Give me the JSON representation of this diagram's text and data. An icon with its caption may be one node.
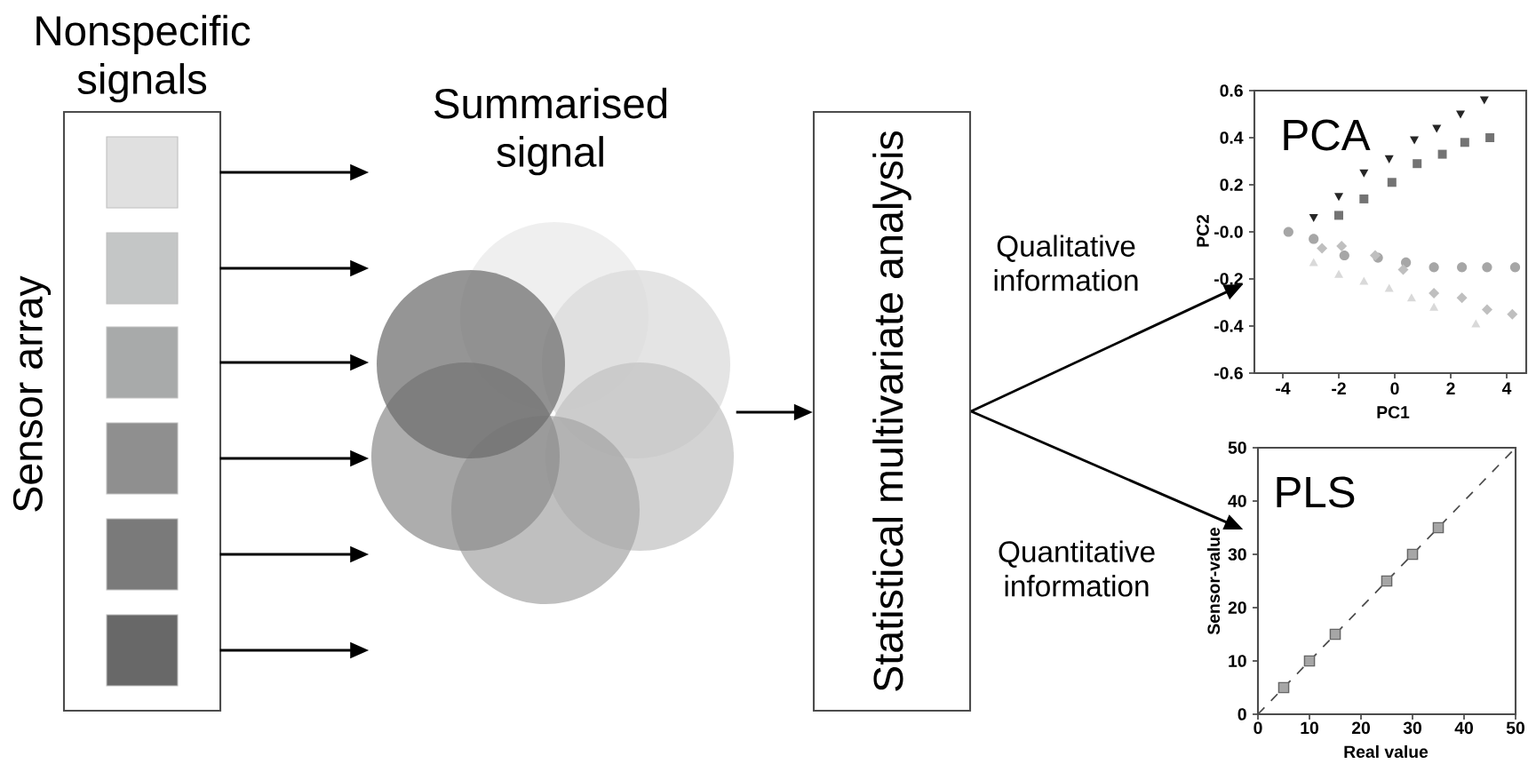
{
  "diagram": {
    "nodes": [
      {
        "text": [
          "Nonspecific signals",
          "Sensor array"
        ]
      },
      {
        "text": [],
        "shape": "box",
        "in": 0
      },
      {
        "text": [],
        "shape": "box",
        "in": 0
      },
      {
        "text": [],
        "shape": "box",
        "in": 0
      },
      {
        "text": [],
        "shape": "box",
        "in": 0
      },
      {
        "text": [],
        "shape": "box",
        "in": 0
      },
      {
        "text": [],
        "shape": "box",
        "in": 0
      },
      {
        "text": [
          "Summarised signal"
        ]
      },
      {
        "text": [
          "Statistical multivariate analysis"
        ]
      },
      {
        "text": [
          "PCA"
        ]
      },
      {
        "text": [
          "PLS"
        ]
      }
    ],
    "edges": [
      {
        "from": 0,
        "to": 7,
        "arrow": "to"
      },
      {
        "from": 0,
        "to": 7,
        "arrow": "to"
      },
      {
        "from": 0,
        "to": 7,
        "arrow": "to"
      },
      {
        "from": 0,
        "to": 7,
        "arrow": "to"
      },
      {
        "from": 0,
        "to": 7,
        "arrow": "to"
      },
      {
        "from": 0,
        "to": 7,
        "arrow": "to"
      },
      {
        "from": 7,
        "to": 8,
        "arrow": "to"
      },
      {
        "from": 8,
        "to": 9,
        "arrow": "to",
        "label": "Qualitative information"
      },
      {
        "from": 8,
        "to": 10,
        "arrow": "to",
        "label": "Quantitative information"
      }
    ],
    "labels": [
      "0.6",
      "0.4",
      "0.2",
      "-0.0",
      "-0.2",
      "-0.4",
      "-0.6",
      "PC2",
      "-4",
      "-2",
      "0",
      "2",
      "4",
      "PC1",
      "50",
      "40",
      "30",
      "20",
      "10",
      "0",
      "Sensor-value",
      "0",
      "10",
      "20",
      "30",
      "40",
      "50",
      "Real value"
    ]
  }
}
